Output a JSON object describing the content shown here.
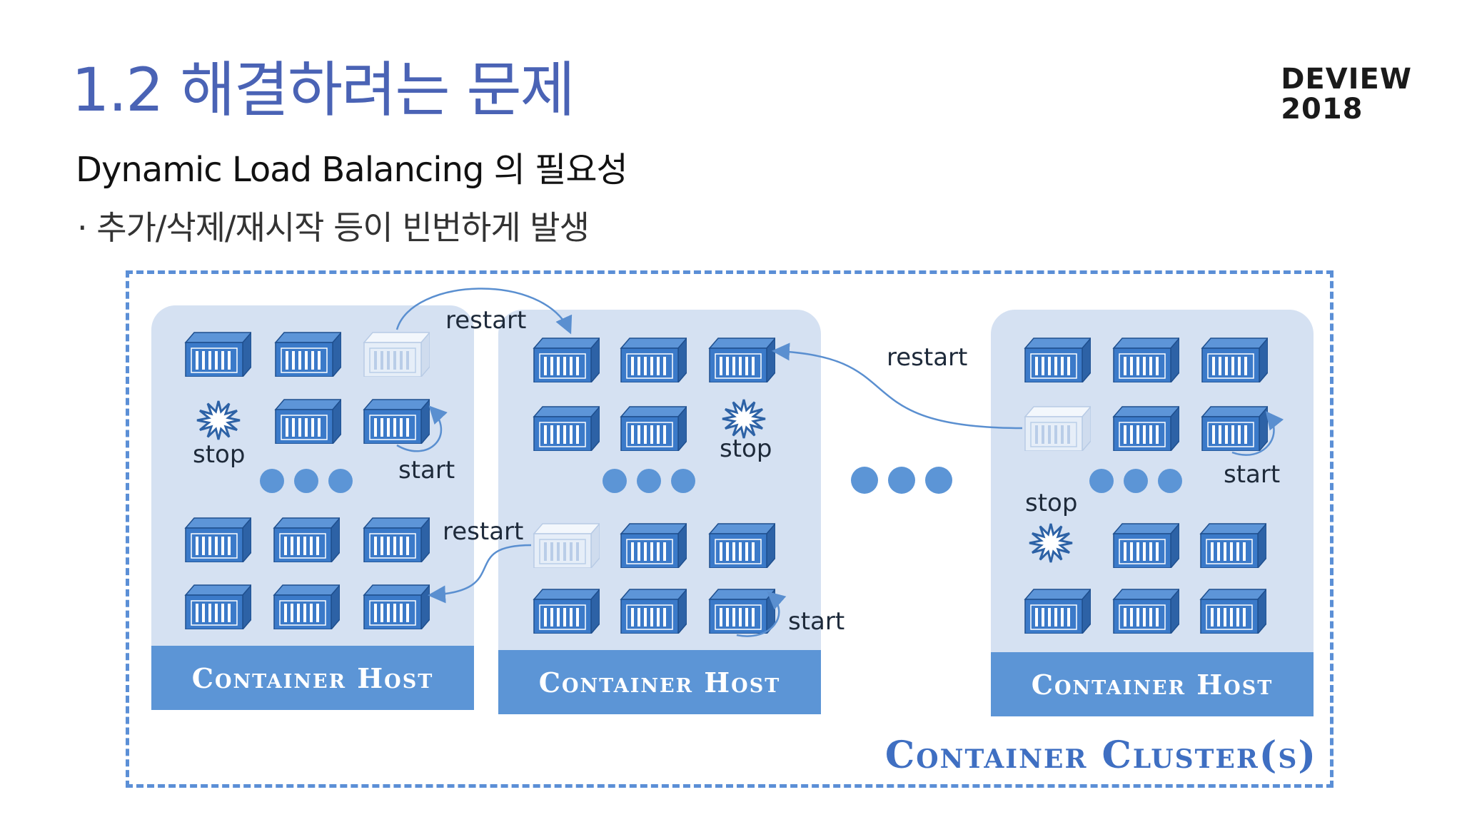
{
  "slide": {
    "title": "1.2 해결하려는 문제",
    "subtitle": "Dynamic Load Balancing 의 필요성",
    "bullet": "· 추가/삭제/재시작 등이 빈번하게 발생",
    "logo_line1": "DEVIEW",
    "logo_line2": "2018"
  },
  "diagram": {
    "cluster_label": "Container Cluster(s)",
    "host_label": "Container Host",
    "labels": {
      "restart": "restart",
      "stop": "stop",
      "start": "start"
    },
    "colors": {
      "title": "#4a63b5",
      "host_bg": "#d5e1f2",
      "host_bar": "#5c95d6",
      "container": "#3b7ac9",
      "container_faded": "#e6eef8",
      "dashed_border": "#5b8fd6",
      "arrow": "#5a8fd0"
    },
    "icons": [
      "container-icon",
      "explosion-icon",
      "ellipsis-dots"
    ]
  }
}
